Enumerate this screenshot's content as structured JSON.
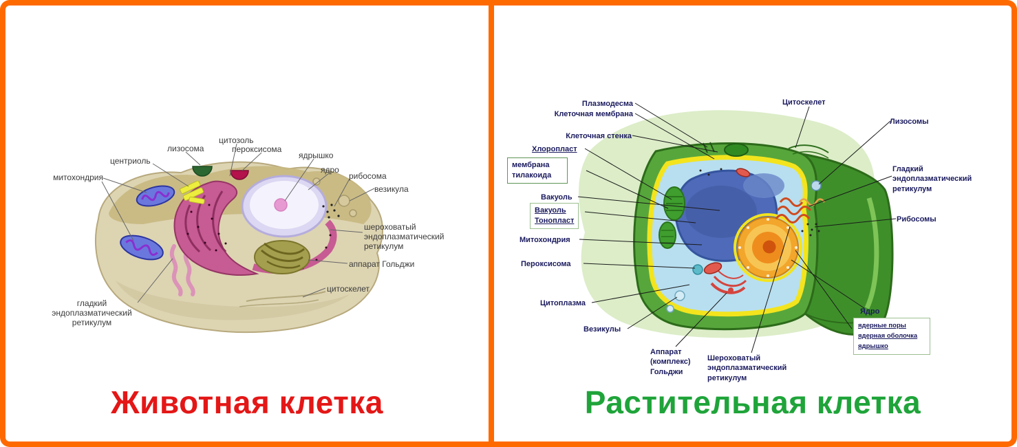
{
  "colors": {
    "frame": "#ff6a00",
    "animal_title": "#e41717",
    "plant_title": "#1fa43a",
    "animal_label": "#3a3a3a",
    "plant_label": "#1a1a5e",
    "leader": "#666666"
  },
  "animal_panel": {
    "title": "Животная клетка",
    "labels": {
      "mitochondria": "митохондрия",
      "centriole": "центриоль",
      "lysosome": "лизосома",
      "cytosol": "цитозоль",
      "peroxisome": "пероксисома",
      "nucleolus": "ядрышко",
      "nucleus": "ядро",
      "ribosome": "рибосома",
      "vesicle": "везикула",
      "rough_er": "шероховатый эндоплазматический ретикулум",
      "golgi": "аппарат Гольджи",
      "cytoskeleton": "цитоскелет",
      "smooth_er": "гладкий эндоплазматический ретикулум"
    }
  },
  "plant_panel": {
    "title": "Растительная клетка",
    "labels": {
      "plasmodesma": "Плазмодесма",
      "cell_membrane": "Клеточная мембрана",
      "cell_wall": "Клеточная стенка",
      "chloroplast": "Хлоропласт",
      "thylakoid_membrane": "мембрана тилакоида",
      "vacuole": "Вакуоль",
      "vacuole_2": "Вакуоль",
      "tonoplast": "Тонопласт",
      "mitochondria": "Митохондрия",
      "peroxisome": "Пероксисома",
      "cytoplasm": "Цитоплазма",
      "vesicles": "Везикулы",
      "golgi": "Аппарат (комплекс) Гольджи",
      "rough_er": "Шероховатый эндоплазматический ретикулум",
      "cytoskeleton": "Цитоскелет",
      "lysosomes": "Лизосомы",
      "smooth_er": "Гладкий эндоплазматический ретикулум",
      "ribosomes": "Рибосомы",
      "nucleus": "Ядро",
      "nuclear_pores": "ядерные поры",
      "nuclear_envelope": "ядерная оболочка",
      "nucleolus": "ядрышко"
    }
  }
}
